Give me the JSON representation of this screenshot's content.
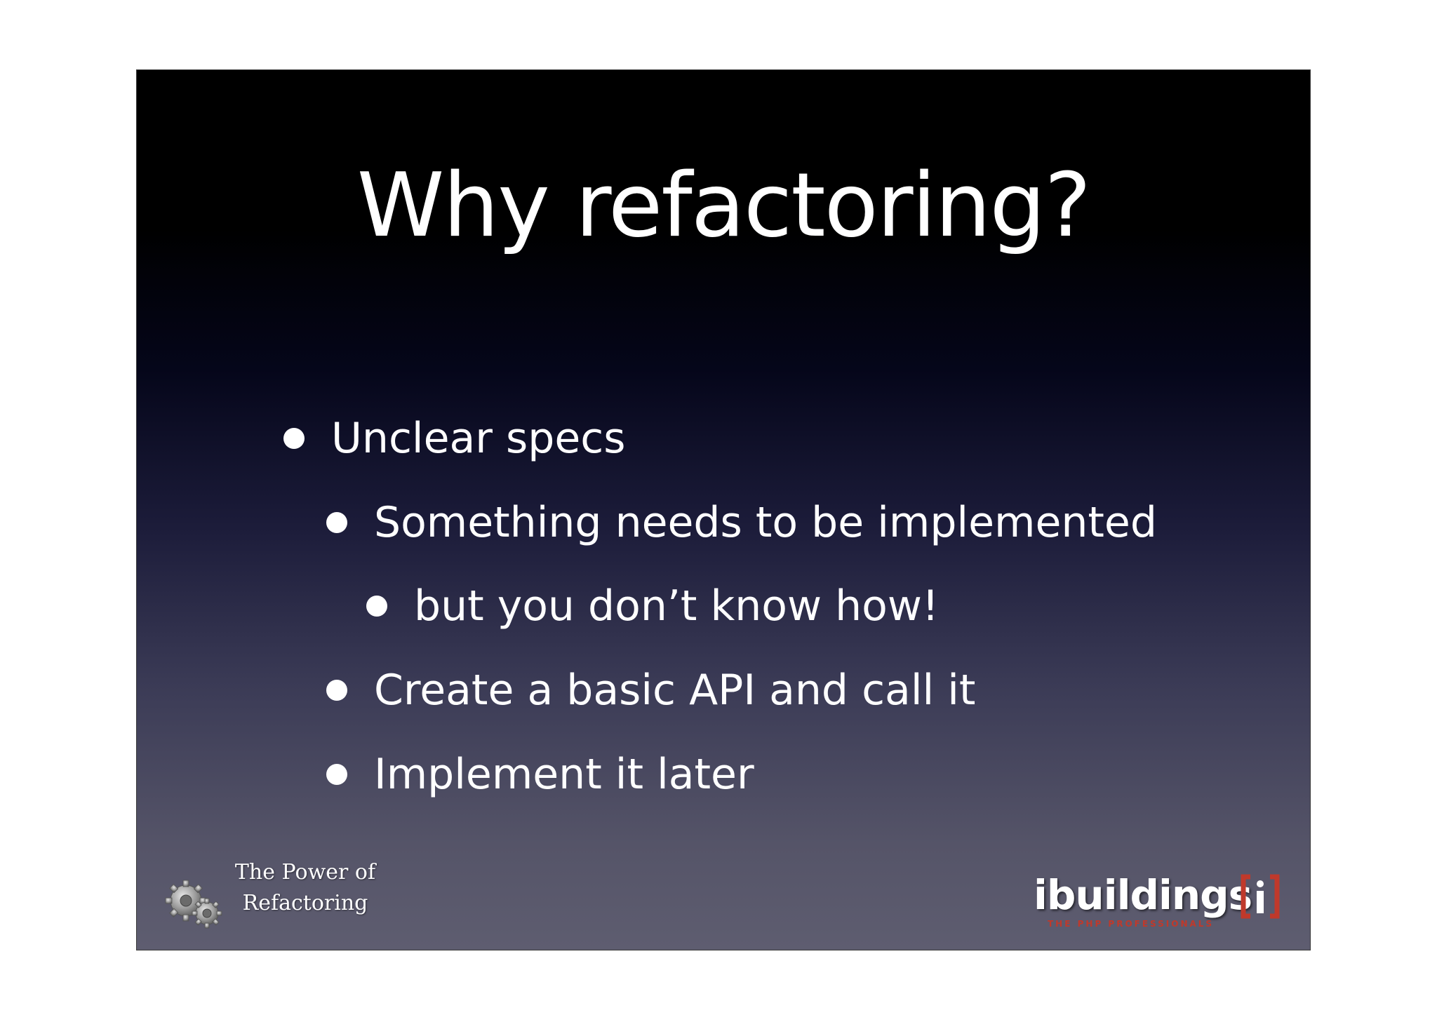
{
  "slide": {
    "title": "Why refactoring?",
    "bullets": [
      {
        "text": "Unclear specs",
        "level": 1
      },
      {
        "text": "Something needs to be implemented",
        "level": 2
      },
      {
        "text": "but you don’t know how!",
        "level": 3
      },
      {
        "text": "Create a basic API and call it",
        "level": 2
      },
      {
        "text": "Implement it later",
        "level": 2
      }
    ]
  },
  "footer": {
    "presentation_title_line1": "The Power of",
    "presentation_title_line2": "Refactoring",
    "gears_icon": "gears-icon",
    "logo_text": "ibuildings",
    "logo_mark": "i",
    "logo_tagline": "THE PHP PROFESSIONALS"
  },
  "colors": {
    "background_top": "#000000",
    "background_bottom": "#5e5d70",
    "text": "#ffffff",
    "brand_red": "#c0392b"
  }
}
